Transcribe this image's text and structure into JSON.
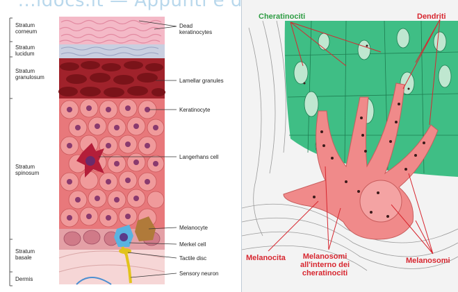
{
  "watermark": "...ldocs.it — Appunti e dispense per superare",
  "left_diagram": {
    "layers": [
      {
        "key": "corneum",
        "label": "Stratum\ncorneum"
      },
      {
        "key": "lucidum",
        "label": "Stratum\nlucidum"
      },
      {
        "key": "granulosum",
        "label": "Stratum\ngranulosum"
      },
      {
        "key": "spinosum",
        "label": "Stratum\nspinosum"
      },
      {
        "key": "basale",
        "label": "Stratum\nbasale"
      },
      {
        "key": "dermis",
        "label": "Dermis"
      }
    ],
    "callouts": [
      {
        "key": "dead",
        "label": "Dead\nkeratinocytes"
      },
      {
        "key": "lamellar",
        "label": "Lamellar granules"
      },
      {
        "key": "keratinocyte",
        "label": "Keratinocyte"
      },
      {
        "key": "langerhans",
        "label": "Langerhans cell"
      },
      {
        "key": "melanocyte",
        "label": "Melanocyte"
      },
      {
        "key": "merkel",
        "label": "Merkel cell"
      },
      {
        "key": "tactile",
        "label": "Tactile disc"
      },
      {
        "key": "sensory",
        "label": "Sensory neuron"
      }
    ]
  },
  "right_diagram": {
    "labels": {
      "cheratinociti": "Cheratinociti",
      "dendriti": "Dendriti",
      "melanocita": "Melanocita",
      "melanosomi_interno": "Melanosomi\nall'interno dei\ncheratinociti",
      "melanosomi": "Melanosomi"
    },
    "colors": {
      "label_red": "#d7262f",
      "label_green": "#2e9c43",
      "cell_green": "#3fbe85",
      "melanocyte_pink": "#f08a8a"
    }
  }
}
